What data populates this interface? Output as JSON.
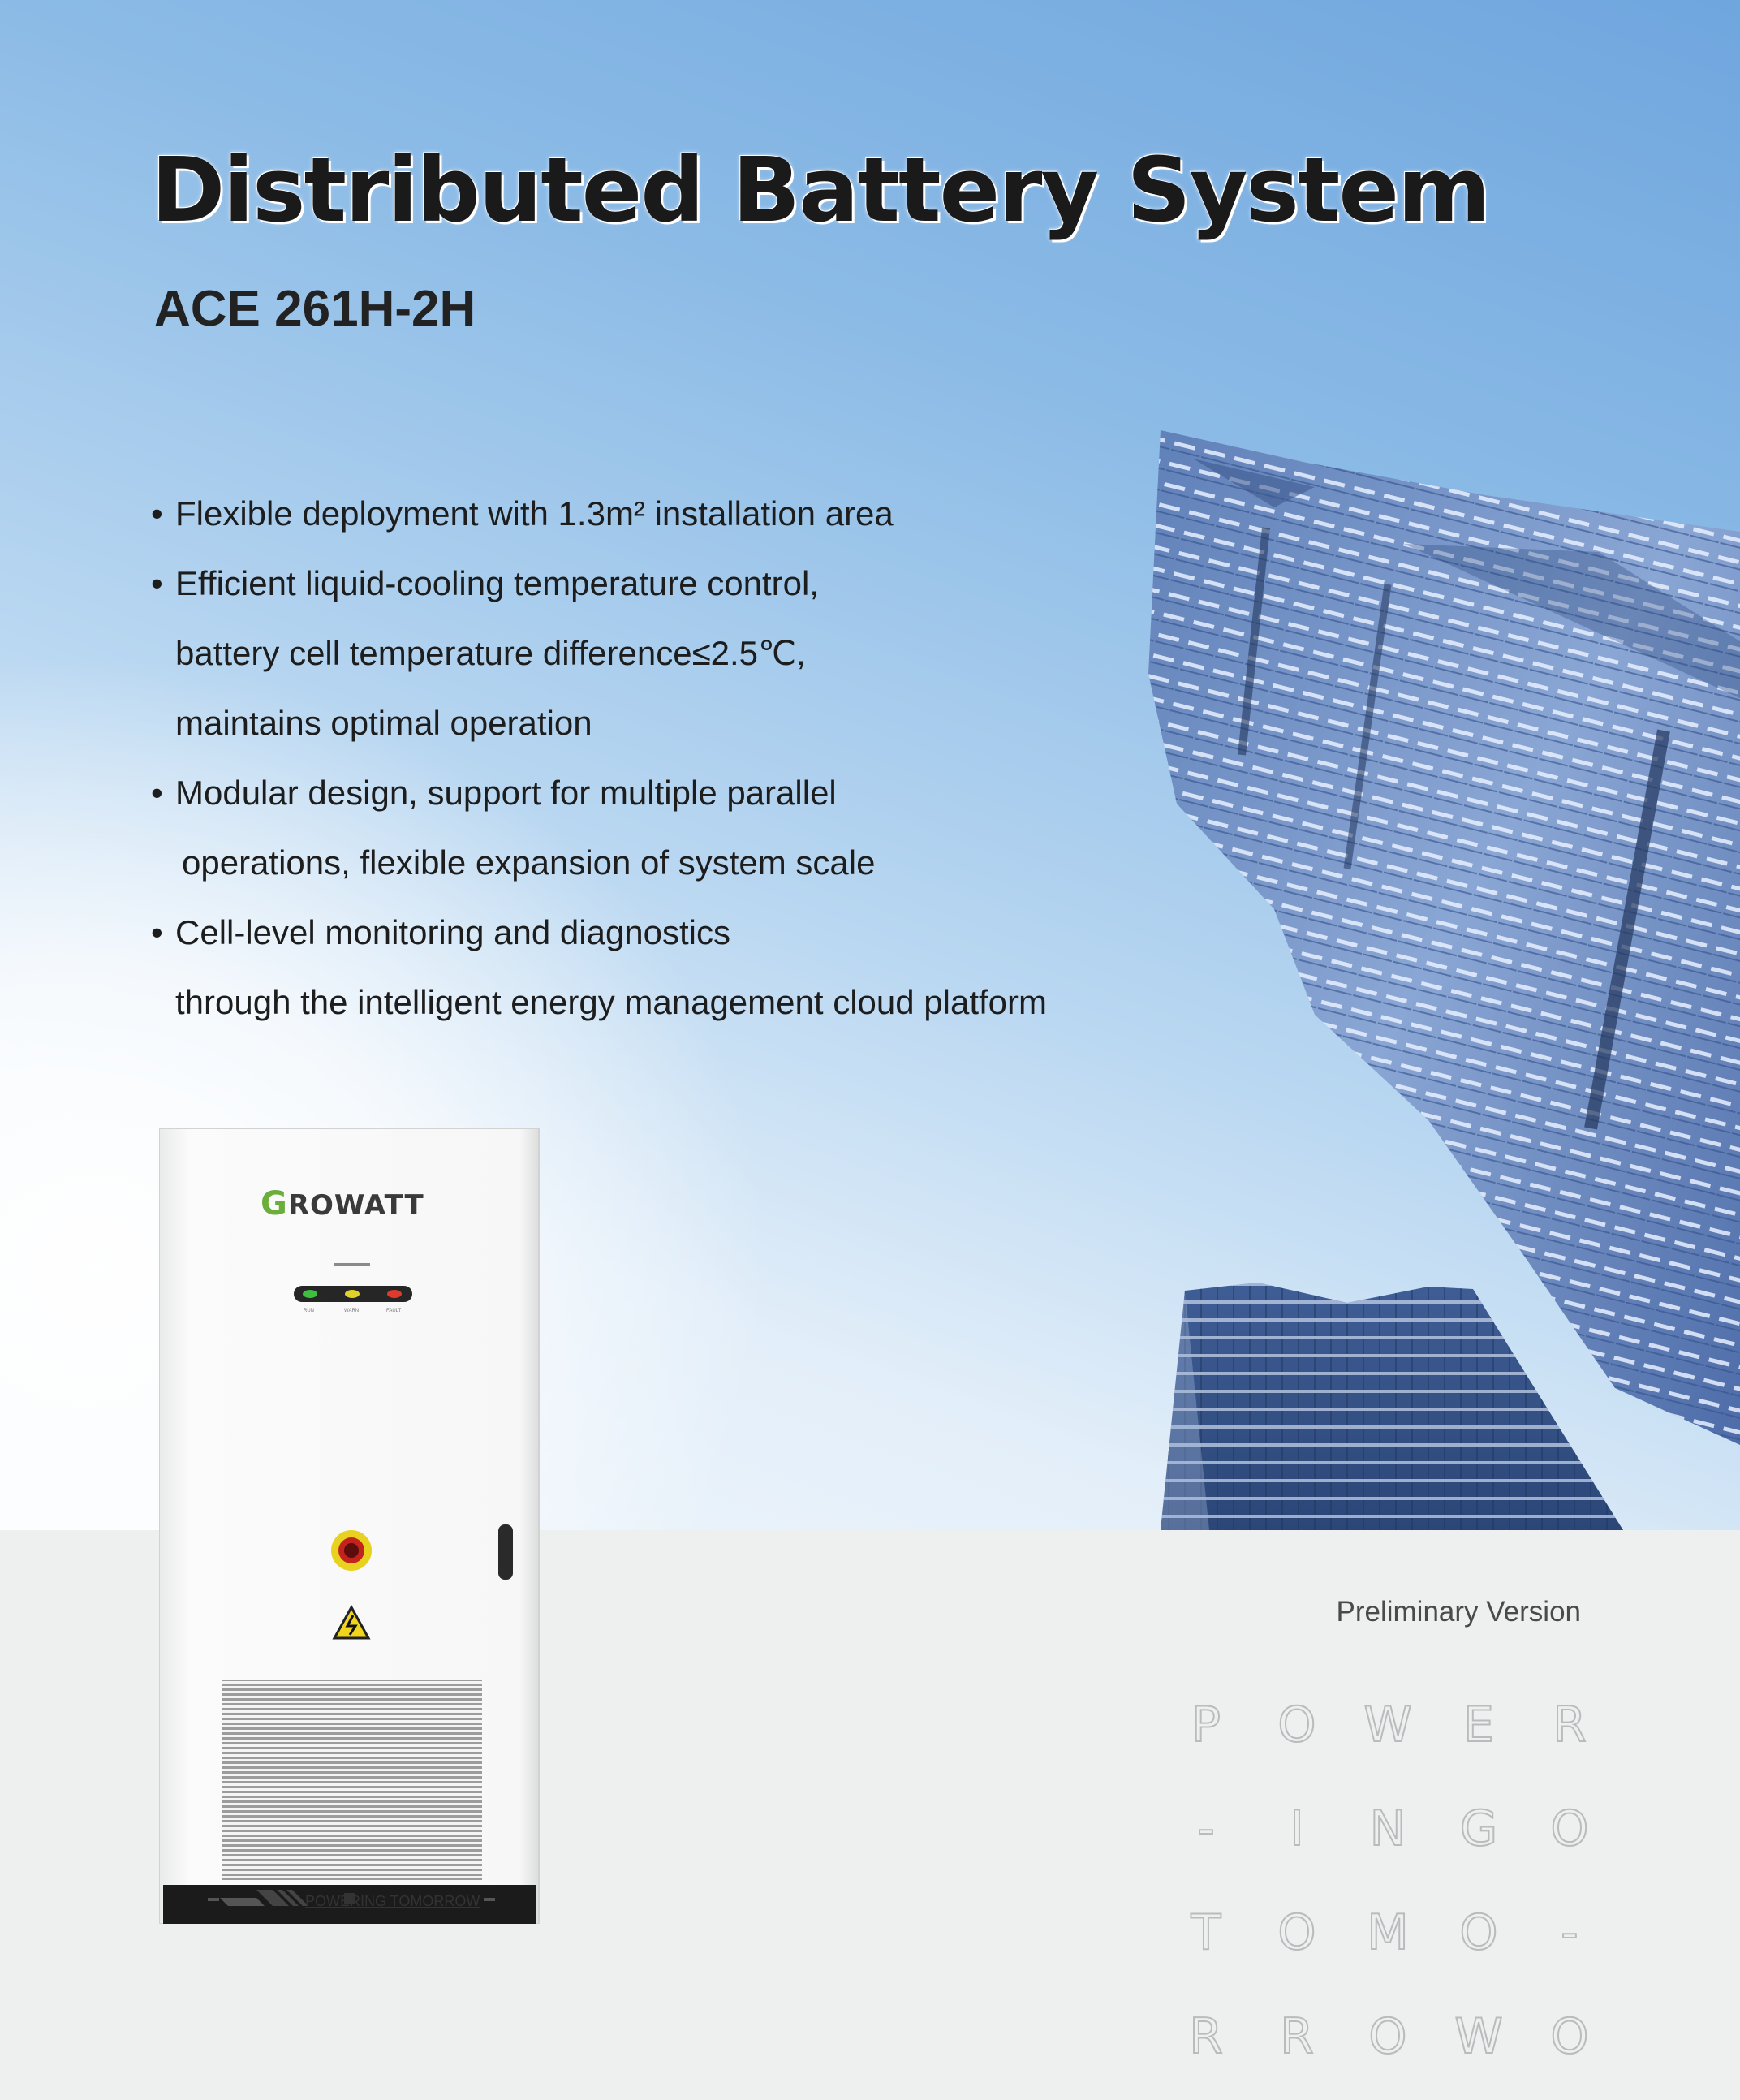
{
  "title": "Distributed Battery System",
  "model": "ACE 261H-2H",
  "features": [
    {
      "lines": [
        "Flexible deployment with 1.3m² installation area"
      ]
    },
    {
      "lines": [
        "Efficient liquid-cooling temperature control,",
        "battery cell temperature difference≤2.5℃,",
        "maintains optimal operation"
      ]
    },
    {
      "lines": [
        "Modular design, support for multiple parallel",
        "operations, flexible expansion of system scale"
      ]
    },
    {
      "lines": [
        "Cell-level monitoring and diagnostics",
        "through the intelligent energy management cloud platform"
      ]
    }
  ],
  "bullet": "•",
  "product": {
    "brand_first": "G",
    "brand_rest": "ROWATT",
    "led_labels": [
      "RUN",
      "WARN",
      "FAULT"
    ],
    "led_colors": [
      "#3fbf3f",
      "#e0d12c",
      "#e03a2c"
    ],
    "slogan": "POWERING TOMORROW"
  },
  "version": "Preliminary Version",
  "slogan_grid": [
    [
      "P",
      "O",
      "W",
      "E",
      "R"
    ],
    [
      "-",
      "I",
      "N",
      "G",
      "O"
    ],
    [
      "T",
      "O",
      "M",
      "O",
      "-"
    ],
    [
      "R",
      "R",
      "O",
      "W",
      "O"
    ]
  ],
  "colors": {
    "brand_green": "#6cae3b",
    "sky_top": "#6fa6de",
    "panel": "#eef0f0"
  }
}
